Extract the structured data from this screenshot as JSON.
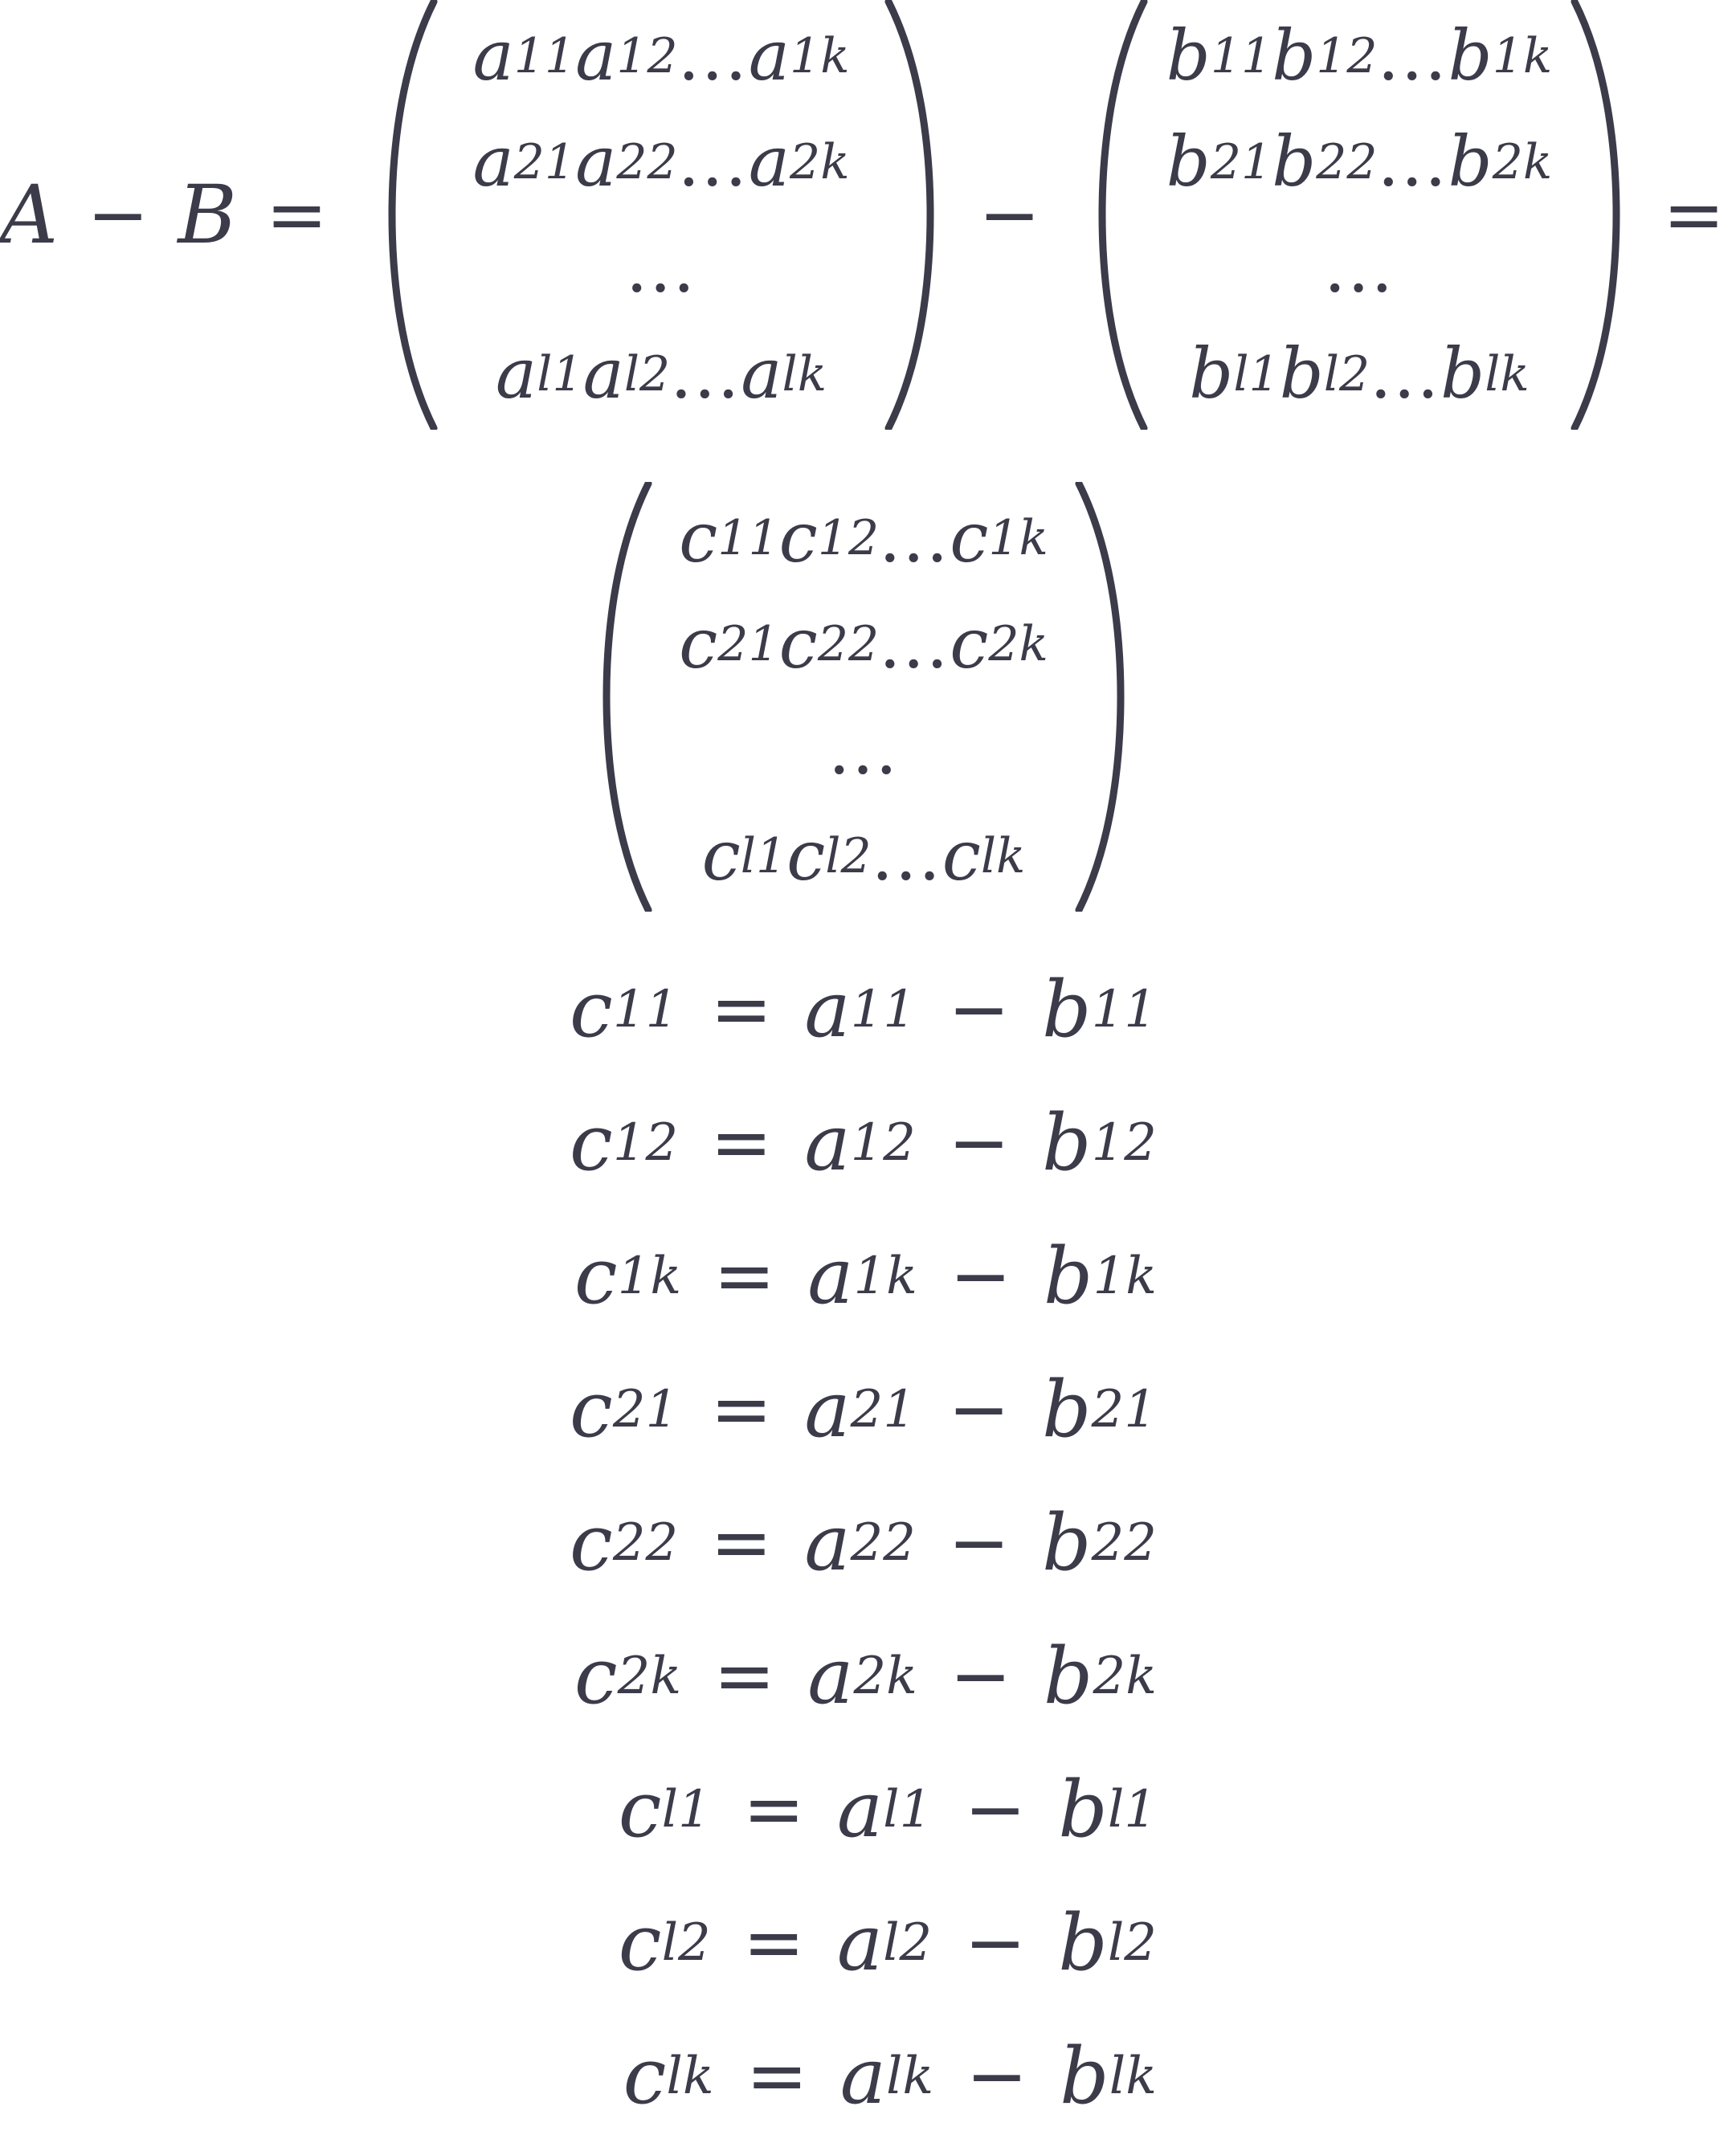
{
  "equation": {
    "lhs_a": "A",
    "lhs_minus": "−",
    "lhs_b": "B",
    "equals": "=",
    "minus": "−",
    "trailing_equals": "=",
    "dots": "...",
    "matrix_a": {
      "rows": [
        [
          "a",
          "11",
          "a",
          "12",
          "a",
          "1k"
        ],
        [
          "a",
          "21",
          "a",
          "22",
          "a",
          "2k"
        ],
        [
          "a",
          "l1",
          "a",
          "l2",
          "a",
          "lk"
        ]
      ]
    },
    "matrix_b": {
      "rows": [
        [
          "b",
          "11",
          "b",
          "12",
          "b",
          "1k"
        ],
        [
          "b",
          "21",
          "b",
          "22",
          "b",
          "2k"
        ],
        [
          "b",
          "l1",
          "b",
          "l2",
          "b",
          "lk"
        ]
      ]
    },
    "matrix_c": {
      "rows": [
        [
          "c",
          "11",
          "c",
          "12",
          "c",
          "1k"
        ],
        [
          "c",
          "21",
          "c",
          "22",
          "c",
          "2k"
        ],
        [
          "c",
          "l1",
          "c",
          "l2",
          "c",
          "lk"
        ]
      ]
    },
    "element_equations": [
      {
        "c": "c",
        "ci": "11",
        "a": "a",
        "ai": "11",
        "b": "b",
        "bi": "11"
      },
      {
        "c": "c",
        "ci": "12",
        "a": "a",
        "ai": "12",
        "b": "b",
        "bi": "12"
      },
      {
        "c": "c",
        "ci": "1k",
        "a": "a",
        "ai": "1k",
        "b": "b",
        "bi": "1k"
      },
      {
        "c": "c",
        "ci": "21",
        "a": "a",
        "ai": "21",
        "b": "b",
        "bi": "21"
      },
      {
        "c": "c",
        "ci": "22",
        "a": "a",
        "ai": "22",
        "b": "b",
        "bi": "22"
      },
      {
        "c": "c",
        "ci": "2k",
        "a": "a",
        "ai": "2k",
        "b": "b",
        "bi": "2k"
      },
      {
        "c": "c",
        "ci": "l1",
        "a": "a",
        "ai": "l1",
        "b": "b",
        "bi": "l1"
      },
      {
        "c": "c",
        "ci": "l2",
        "a": "a",
        "ai": "l2",
        "b": "b",
        "bi": "l2"
      },
      {
        "c": "c",
        "ci": "lk",
        "a": "a",
        "ai": "lk",
        "b": "b",
        "bi": "lk"
      }
    ]
  }
}
